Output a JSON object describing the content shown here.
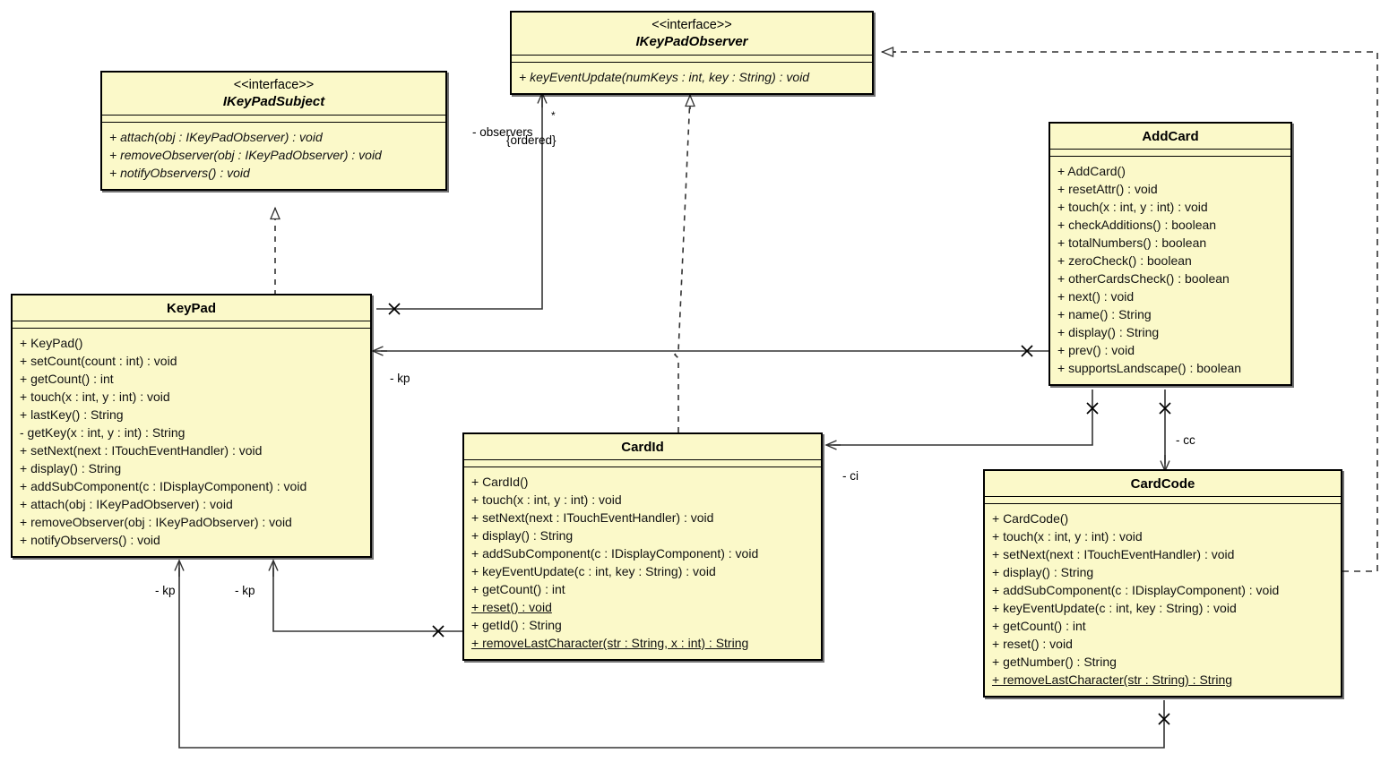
{
  "diagram": {
    "title": "KeyPad Observer UML Class Diagram",
    "colors": {
      "class_fill": "#fbf9c9",
      "border": "#000000",
      "edge": "#333333",
      "background": "#ffffff"
    }
  },
  "classes": [
    {
      "id": "IKeyPadObserver",
      "stereotype": "<<interface>>",
      "name": "IKeyPadObserver",
      "is_interface": true,
      "operations": [
        {
          "text": "+ keyEventUpdate(numKeys : int, key : String) : void",
          "abstract": true,
          "static": false
        }
      ]
    },
    {
      "id": "IKeyPadSubject",
      "stereotype": "<<interface>>",
      "name": "IKeyPadSubject",
      "is_interface": true,
      "operations": [
        {
          "text": "+ attach(obj : IKeyPadObserver) : void",
          "abstract": true,
          "static": false
        },
        {
          "text": "+ removeObserver(obj : IKeyPadObserver) : void",
          "abstract": true,
          "static": false
        },
        {
          "text": "+ notifyObservers() : void",
          "abstract": true,
          "static": false
        }
      ]
    },
    {
      "id": "KeyPad",
      "stereotype": "",
      "name": "KeyPad",
      "is_interface": false,
      "operations": [
        {
          "text": "+ KeyPad()",
          "abstract": false,
          "static": false
        },
        {
          "text": "+ setCount(count : int) : void",
          "abstract": false,
          "static": false
        },
        {
          "text": "+ getCount() : int",
          "abstract": false,
          "static": false
        },
        {
          "text": "+ touch(x : int, y : int) : void",
          "abstract": false,
          "static": false
        },
        {
          "text": "+ lastKey() : String",
          "abstract": false,
          "static": false
        },
        {
          "text": "- getKey(x : int, y : int) : String",
          "abstract": false,
          "static": false
        },
        {
          "text": "+ setNext(next : ITouchEventHandler) : void",
          "abstract": false,
          "static": false
        },
        {
          "text": "+ display() : String",
          "abstract": false,
          "static": false
        },
        {
          "text": "+ addSubComponent(c : IDisplayComponent) : void",
          "abstract": false,
          "static": false
        },
        {
          "text": "+ attach(obj : IKeyPadObserver) : void",
          "abstract": false,
          "static": false
        },
        {
          "text": "+ removeObserver(obj : IKeyPadObserver) : void",
          "abstract": false,
          "static": false
        },
        {
          "text": "+ notifyObservers() : void",
          "abstract": false,
          "static": false
        }
      ]
    },
    {
      "id": "AddCard",
      "stereotype": "",
      "name": "AddCard",
      "is_interface": false,
      "operations": [
        {
          "text": "+ AddCard()",
          "abstract": false,
          "static": false
        },
        {
          "text": "+ resetAttr() : void",
          "abstract": false,
          "static": false
        },
        {
          "text": "+ touch(x : int, y : int) : void",
          "abstract": false,
          "static": false
        },
        {
          "text": "+ checkAdditions() : boolean",
          "abstract": false,
          "static": false
        },
        {
          "text": "+ totalNumbers() : boolean",
          "abstract": false,
          "static": false
        },
        {
          "text": "+ zeroCheck() : boolean",
          "abstract": false,
          "static": false
        },
        {
          "text": "+ otherCardsCheck() : boolean",
          "abstract": false,
          "static": false
        },
        {
          "text": "+ next() : void",
          "abstract": false,
          "static": false
        },
        {
          "text": "+ name() : String",
          "abstract": false,
          "static": false
        },
        {
          "text": "+ display() : String",
          "abstract": false,
          "static": false
        },
        {
          "text": "+ prev() : void",
          "abstract": false,
          "static": false
        },
        {
          "text": "+ supportsLandscape() : boolean",
          "abstract": false,
          "static": false
        }
      ]
    },
    {
      "id": "CardId",
      "stereotype": "",
      "name": "CardId",
      "is_interface": false,
      "operations": [
        {
          "text": "+ CardId()",
          "abstract": false,
          "static": false
        },
        {
          "text": "+ touch(x : int, y : int) : void",
          "abstract": false,
          "static": false
        },
        {
          "text": "+ setNext(next : ITouchEventHandler) : void",
          "abstract": false,
          "static": false
        },
        {
          "text": "+ display() : String",
          "abstract": false,
          "static": false
        },
        {
          "text": "+ addSubComponent(c : IDisplayComponent) : void",
          "abstract": false,
          "static": false
        },
        {
          "text": "+ keyEventUpdate(c : int, key : String) : void",
          "abstract": false,
          "static": false
        },
        {
          "text": "+ getCount() : int",
          "abstract": false,
          "static": false
        },
        {
          "text": "+ reset() : void",
          "abstract": false,
          "static": true
        },
        {
          "text": "+ getId() : String",
          "abstract": false,
          "static": false
        },
        {
          "text": "+ removeLastCharacter(str : String, x : int) : String",
          "abstract": false,
          "static": true
        }
      ]
    },
    {
      "id": "CardCode",
      "stereotype": "",
      "name": "CardCode",
      "is_interface": false,
      "operations": [
        {
          "text": "+ CardCode()",
          "abstract": false,
          "static": false
        },
        {
          "text": "+ touch(x : int, y : int) : void",
          "abstract": false,
          "static": false
        },
        {
          "text": "+ setNext(next : ITouchEventHandler) : void",
          "abstract": false,
          "static": false
        },
        {
          "text": "+ display() : String",
          "abstract": false,
          "static": false
        },
        {
          "text": "+ addSubComponent(c : IDisplayComponent) : void",
          "abstract": false,
          "static": false
        },
        {
          "text": "+ keyEventUpdate(c : int, key : String) : void",
          "abstract": false,
          "static": false
        },
        {
          "text": "+ getCount() : int",
          "abstract": false,
          "static": false
        },
        {
          "text": "+ reset() : void",
          "abstract": false,
          "static": false
        },
        {
          "text": "+ getNumber() : String",
          "abstract": false,
          "static": false
        },
        {
          "text": "+ removeLastCharacter(str : String) : String",
          "abstract": false,
          "static": true
        }
      ]
    }
  ],
  "edge_labels": {
    "observers_role": "- observers",
    "observers_multiplicity": "*",
    "observers_ordered": "{ordered}",
    "kp_addcard": "- kp",
    "kp_cardid": "- kp",
    "kp_cardcode": "- kp",
    "ci": "- ci",
    "cc": "- cc"
  }
}
